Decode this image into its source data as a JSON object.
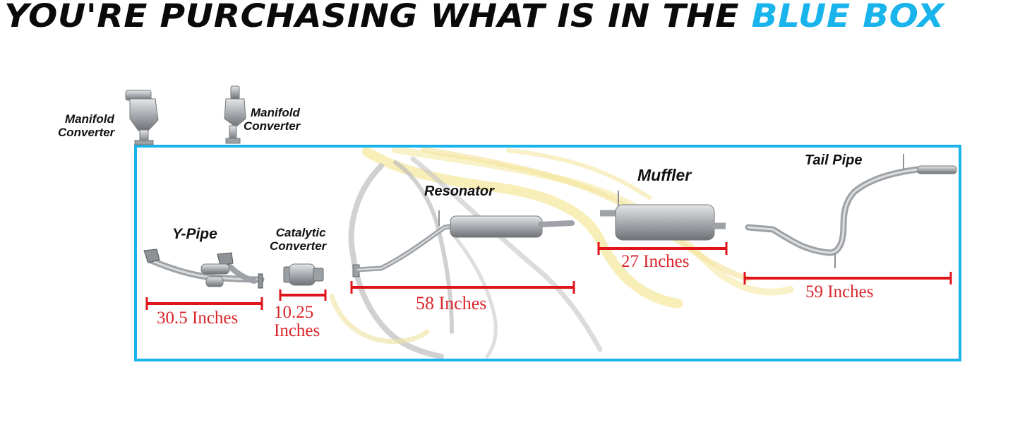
{
  "headline": {
    "prefix": "YOU'RE PURCHASING WHAT IS IN THE",
    "highlight": "BLUE BOX"
  },
  "colors": {
    "box_border": "#19b4ec",
    "highlight": "#19b4ec",
    "dimension": "#e0141b",
    "part_metal": "#a8acb0",
    "watermark_gray": "#bdbdbd",
    "watermark_yellow": "#f4e27a"
  },
  "outside_parts": [
    {
      "id": "manifold-converter-1",
      "label_line1": "Manifold",
      "label_line2": "Converter"
    },
    {
      "id": "manifold-converter-2",
      "label_line1": "Manifold",
      "label_line2": "Converter"
    }
  ],
  "parts": [
    {
      "id": "y-pipe",
      "label": "Y-Pipe",
      "dimension": "30.5 Inches"
    },
    {
      "id": "catalytic-converter",
      "label_line1": "Catalytic",
      "label_line2": "Converter",
      "dimension_line1": "10.25",
      "dimension_line2": "Inches"
    },
    {
      "id": "resonator",
      "label": "Resonator",
      "dimension": "58 Inches"
    },
    {
      "id": "muffler",
      "label": "Muffler",
      "dimension": "27 Inches"
    },
    {
      "id": "tail-pipe",
      "label": "Tail Pipe",
      "dimension": "59 Inches"
    }
  ]
}
